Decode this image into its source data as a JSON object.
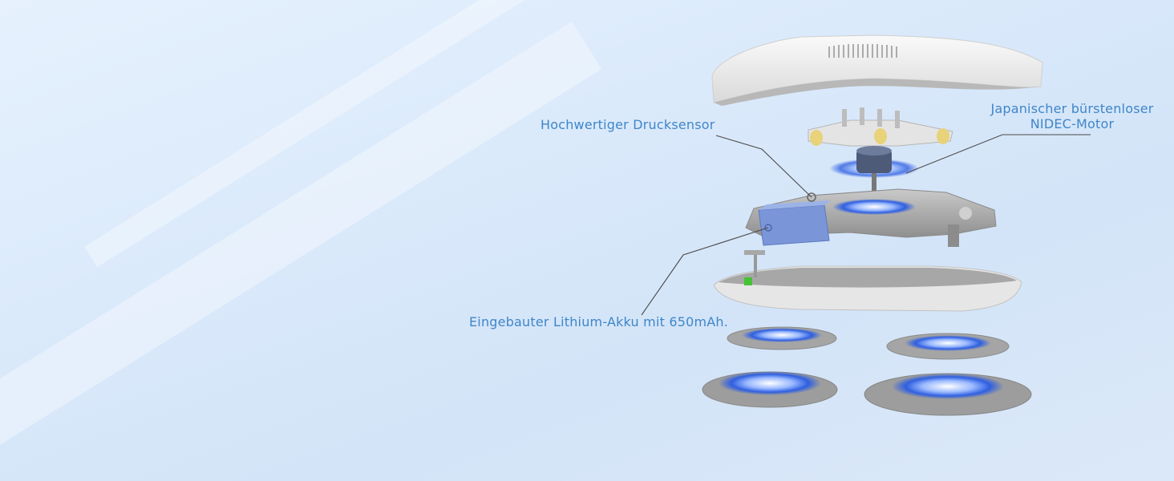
{
  "labels": {
    "pressure_sensor": "Hochwertiger Drucksensor",
    "motor_line1": "Japanischer bürstenloser",
    "motor_line2": "NIDEC-Motor",
    "battery": "Eingebauter Lithium-Akku mit 650mAh."
  },
  "colors": {
    "label_text": "#3f86c8",
    "leader_line": "#4a4a4a",
    "battery_block": "#7b96d8",
    "blue_glow": "#3b6fe8",
    "background": "#dbeafb"
  },
  "icons": [
    "exploded-shaver-illustration"
  ]
}
